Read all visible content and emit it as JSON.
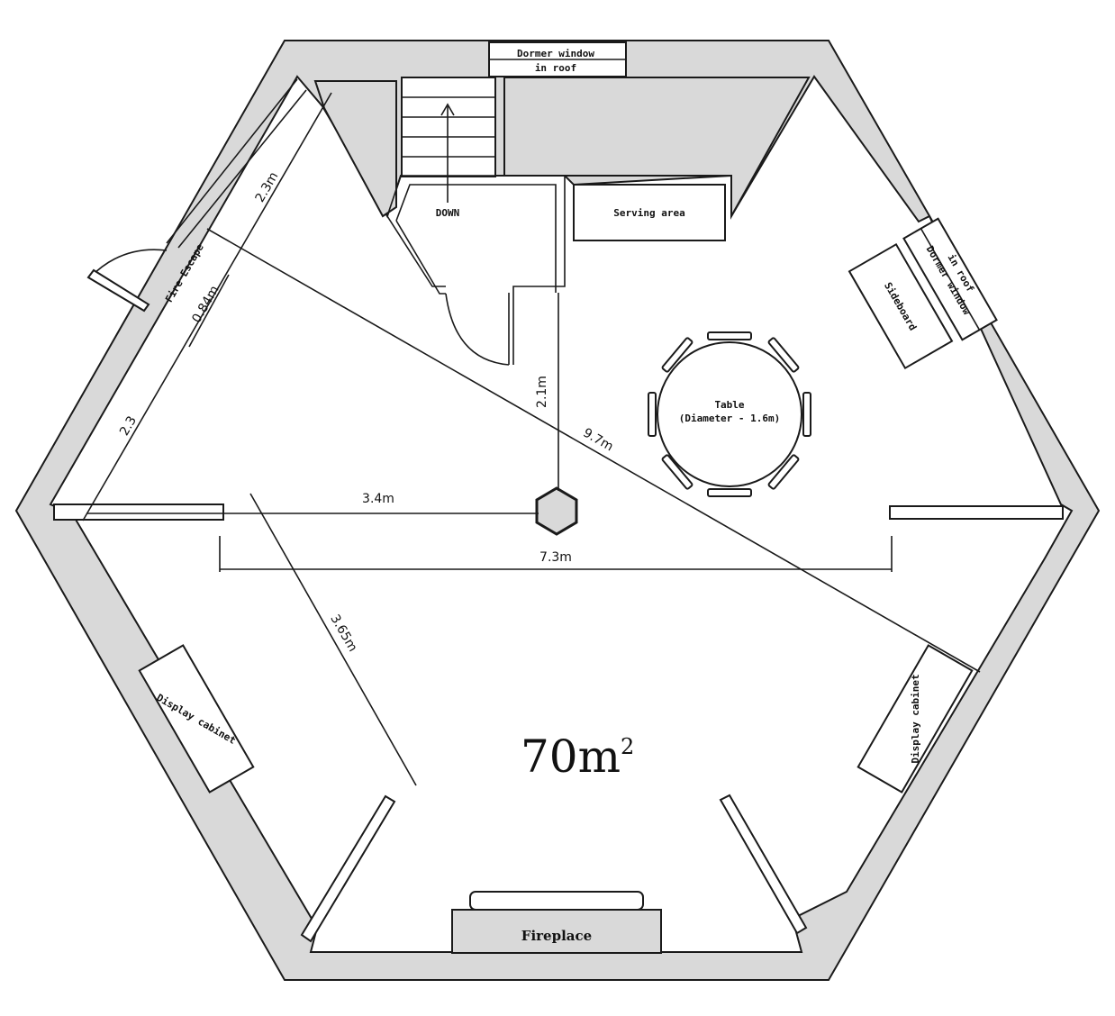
{
  "labels": {
    "dormer_top_line1": "Dormer window",
    "dormer_top_line2": "in roof",
    "stairs_down": "DOWN",
    "serving_area": "Serving area",
    "dormer_right_line1": "Dormer window",
    "dormer_right_line2": "in roof",
    "sideboard": "Sideboard",
    "table_line1": "Table",
    "table_line2": "(Diameter - 1.6m)",
    "fire_escape": "Fire Escape",
    "display_cabinet_left": "Display cabinet",
    "display_cabinet_right": "Display cabinet",
    "fireplace": "Fireplace"
  },
  "dimensions": {
    "d_2_3m_top": "2.3m",
    "d_0_84m": "0.84m",
    "d_2_3": "2.3",
    "d_2_1m": "2.1m",
    "d_9_7m": "9.7m",
    "d_3_4m": "3.4m",
    "d_7_3m": "7.3m",
    "d_3_65m": "3.65m"
  },
  "area": {
    "value": "70m",
    "unit_sup": "2"
  }
}
